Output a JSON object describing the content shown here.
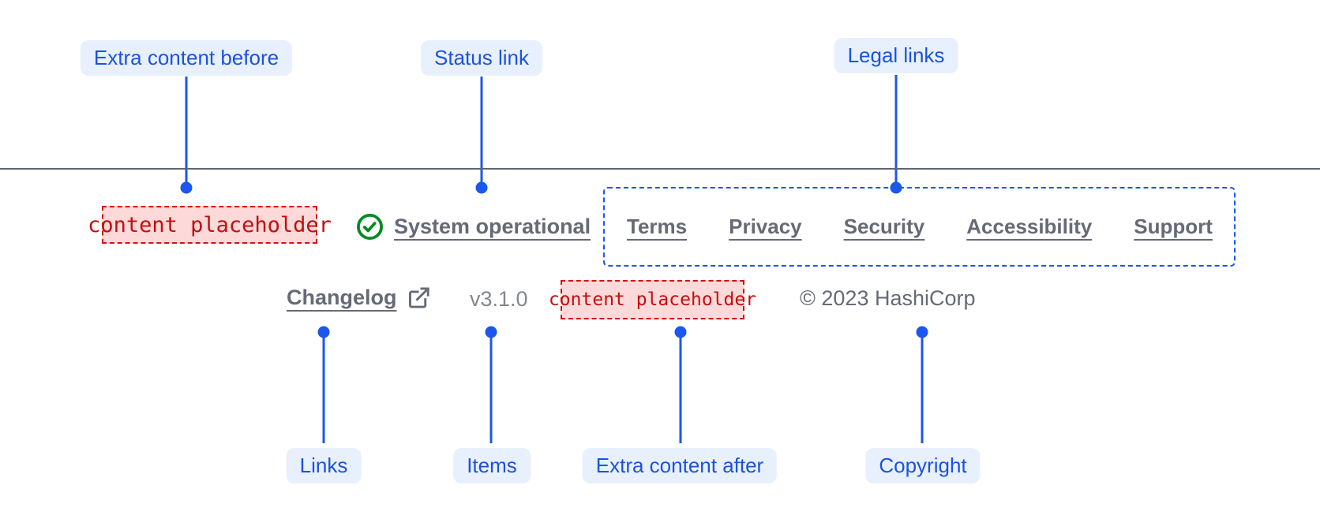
{
  "annotations": {
    "top": [
      {
        "id": "extra-content-before",
        "label": "Extra content before"
      },
      {
        "id": "status-link",
        "label": "Status link"
      },
      {
        "id": "legal-links",
        "label": "Legal links"
      }
    ],
    "bottom": [
      {
        "id": "links",
        "label": "Links"
      },
      {
        "id": "items",
        "label": "Items"
      },
      {
        "id": "extra-content-after",
        "label": "Extra content after"
      },
      {
        "id": "copyright",
        "label": "Copyright"
      }
    ]
  },
  "footer": {
    "extra_content_before": {
      "placeholder": "content placeholder"
    },
    "status": {
      "icon": "check-circle-icon",
      "label": "System operational"
    },
    "legal_links": [
      "Terms",
      "Privacy",
      "Security",
      "Accessibility",
      "Support"
    ],
    "changelog": {
      "label": "Changelog",
      "icon": "external-link-icon"
    },
    "version": "v3.1.0",
    "extra_content_after": {
      "placeholder": "content placeholder"
    },
    "copyright": "© 2023 HashiCorp"
  },
  "colors": {
    "accent": "#1b57ee",
    "pill-bg": "#e8f0fd",
    "pill-text": "#1a53dc",
    "gray": "#656a76",
    "gray-light": "#83878f",
    "rule": "#60656f",
    "ph-bg": "#fdd9d9",
    "ph-border": "#d01414",
    "ph-text": "#c40e0e",
    "green": "#008a22"
  }
}
